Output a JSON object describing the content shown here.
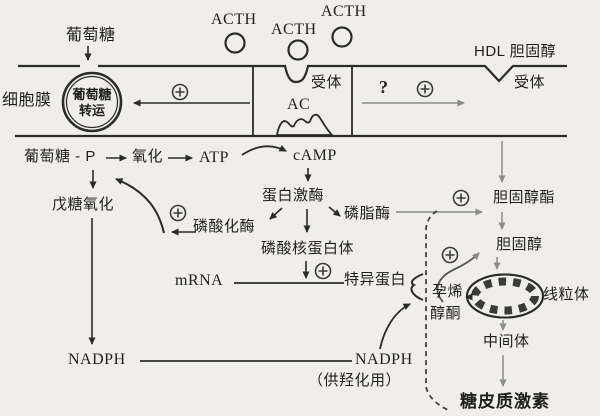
{
  "figure_type": "biochemical-pathway-diagram",
  "topic": "ACTH signaling and glucocorticoid synthesis in adrenal cortex cell",
  "colors": {
    "background": "#f0eeea",
    "ink": "#2b2b2b",
    "grey_arrow": "#8b8b8b",
    "text": "#1f1f1f"
  },
  "icons": {
    "stimulation_plus": "circled plus (⊕) = stimulatory effect",
    "acth_ligand": "small open circle",
    "mitochondrion": "oval with cristae blocks"
  },
  "labels": {
    "acth_1": "ACTH",
    "acth_2": "ACTH",
    "acth_3": "ACTH",
    "glucose_top": "葡萄糖",
    "hdl_cholesterol": "HDL 胆固醇",
    "cell_membrane": "细胞膜",
    "glucose_transporter": "葡萄糖\n转运",
    "receptor_acth": "受体",
    "adenylate_cyclase": "AC",
    "question_mark": "?",
    "receptor_hdl": "受体",
    "glucose_p": "葡萄糖 - P",
    "oxidation": "氧化",
    "atp": "ATP",
    "camp": "cAMP",
    "protein_kinase": "蛋白激酶",
    "phospholipase": "磷脂酶",
    "phosphorylase": "磷酸化酶",
    "pentose_oxidation": "戊糖氧化",
    "phospho_nucleoprotein": "磷酸核蛋白体",
    "mrna": "mRNA",
    "specific_protein": "特异蛋白",
    "pregnenolone_line1": "孕烯",
    "pregnenolone_line2": "醇酮",
    "cholesterol_ester": "胆固醇酯",
    "cholesterol": "胆固醇",
    "mitochondria": "线粒体",
    "intermediate": "中间体",
    "nadph_left": "NADPH",
    "nadph_right": "NADPH",
    "hydroxylation_note": "（供羟化用）",
    "glucocorticoid": "糖皮质激素"
  }
}
